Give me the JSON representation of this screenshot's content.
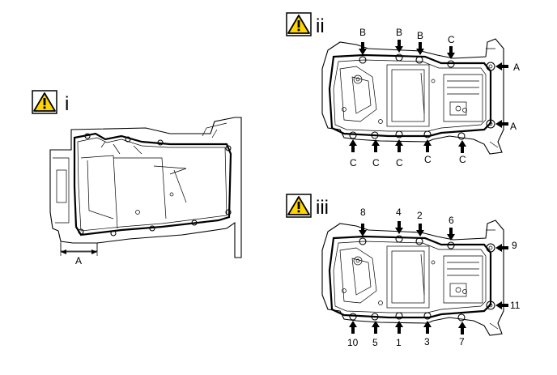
{
  "panels": [
    {
      "id": "i",
      "label": "i",
      "dimension_label": "A"
    },
    {
      "id": "ii",
      "label": "ii",
      "callouts": [
        "B",
        "B",
        "B",
        "C",
        "A",
        "A",
        "C",
        "C",
        "C",
        "C",
        "C"
      ]
    },
    {
      "id": "iii",
      "label": "iii",
      "callouts": [
        "8",
        "4",
        "2",
        "6",
        "9",
        "11",
        "10",
        "5",
        "1",
        "3",
        "7"
      ]
    }
  ],
  "icons": {
    "warning": "warning-triangle-icon",
    "warning_color": "#ffd400"
  }
}
